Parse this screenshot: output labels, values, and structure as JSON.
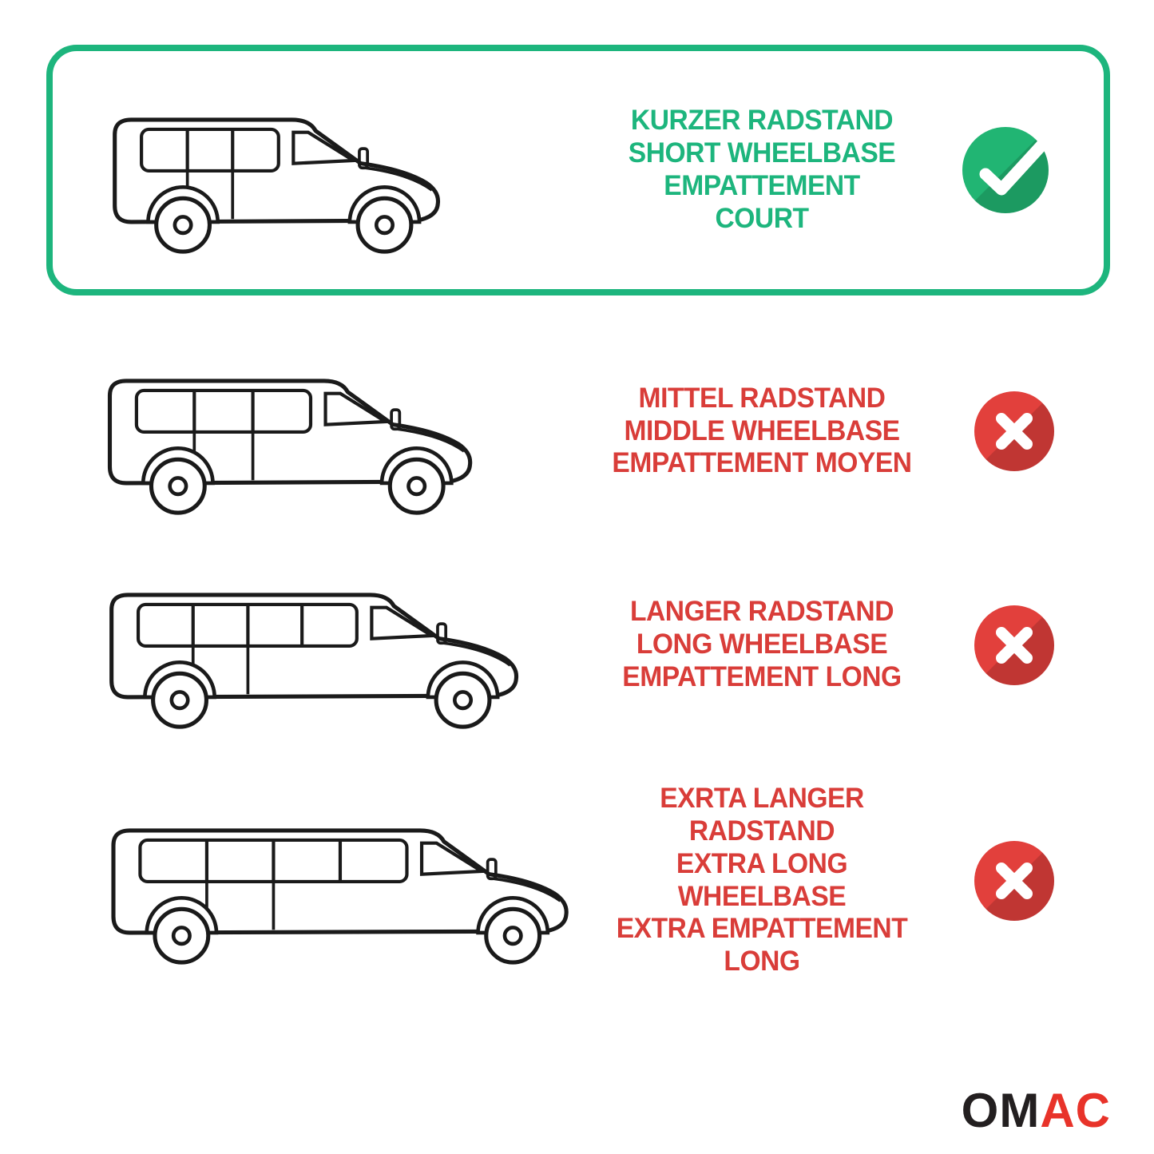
{
  "theme": {
    "green-border": "#1db57d",
    "green-text": "#1db57d",
    "green-icon": "#21b573",
    "red-text": "#d93d39",
    "red-icon": "#e2403c",
    "stroke": "#1a1a1a",
    "logo-dark": "#231f20",
    "logo-red": "#e8332a"
  },
  "rows": [
    {
      "id": "short-wheelbase",
      "selected": true,
      "status": "check",
      "lines": [
        "KURZER RADSTAND",
        "SHORT WHEELBASE",
        "EMPATTEMENT COURT"
      ]
    },
    {
      "id": "middle-wheelbase",
      "selected": false,
      "status": "cross",
      "lines": [
        "MITTEL RADSTAND",
        "MIDDLE WHEELBASE",
        "EMPATTEMENT MOYEN"
      ]
    },
    {
      "id": "long-wheelbase",
      "selected": false,
      "status": "cross",
      "lines": [
        "LANGER RADSTAND",
        "LONG WHEELBASE",
        "EMPATTEMENT LONG"
      ]
    },
    {
      "id": "extra-long-wheelbase",
      "selected": false,
      "status": "cross",
      "lines": [
        "EXRTA LANGER RADSTAND",
        "EXTRA LONG WHEELBASE",
        "EXTRA EMPATTEMENT LONG"
      ]
    }
  ],
  "logo": {
    "text": "OMAC",
    "part1": "OM",
    "part2": "AC"
  }
}
